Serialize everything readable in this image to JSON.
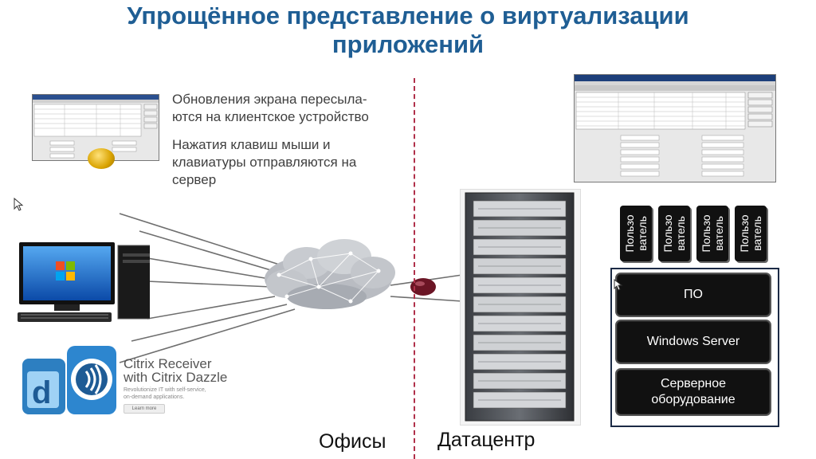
{
  "title": {
    "line1": "Упрощённое представление о виртуализации",
    "line2": "приложений"
  },
  "notes": {
    "screen_updates": [
      "Обновления экрана пересыла-",
      "ются на клиентское устройство"
    ],
    "input_events": [
      "Нажатия клавиш мыши и",
      "клавиатуры отправляются на",
      "сервер"
    ]
  },
  "labels": {
    "offices": "Офисы",
    "datacenter": "Датацентр"
  },
  "users": [
    {
      "line1": "Пользо",
      "line2": "ватель"
    },
    {
      "line1": "Пользо",
      "line2": "ватель"
    },
    {
      "line1": "Пользо",
      "line2": "ватель"
    },
    {
      "line1": "Пользо",
      "line2": "ватель"
    }
  ],
  "stack": {
    "app": "ПО",
    "os": "Windows Server",
    "hardware_line1": "Серверное",
    "hardware_line2": "оборудование"
  },
  "citrix": {
    "line1": "Citrix Receiver",
    "line2": "with Citrix Dazzle",
    "tagline1": "Revolutionize IT with self-service,",
    "tagline2": "on-demand applications.",
    "button": "Learn more"
  },
  "icons": [
    "cursor-icon",
    "cloud-icon",
    "desktop-pc-icon",
    "server-rack-icon",
    "citrix-app-icon"
  ],
  "colors": {
    "title": "#1f5e94",
    "divider": "#b0304a",
    "layer_bg": "#111111",
    "connector": "#6b1525"
  }
}
